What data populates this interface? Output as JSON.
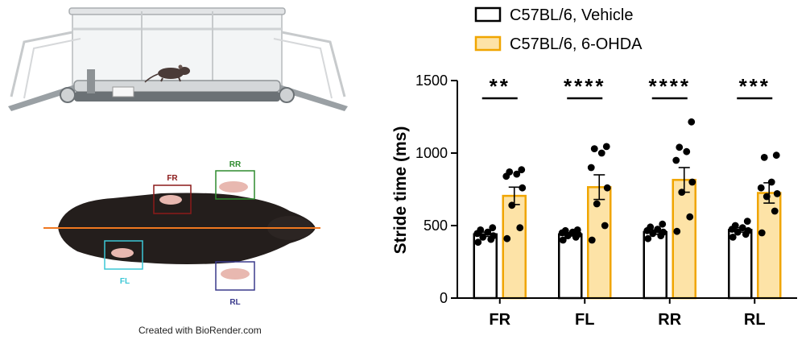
{
  "credit": "Created with BioRender.com",
  "paw_labels": {
    "fr": "FR",
    "rr": "RR",
    "fl": "FL",
    "rl": "RL"
  },
  "colors": {
    "vehicle_fill": "#ffffff",
    "vehicle_edge": "#000000",
    "ohda_fill": "#fde3a7",
    "ohda_edge": "#f0a500",
    "fr_box": "#8b1a1a",
    "rr_box": "#2e8b2e",
    "fl_box": "#3cc7d6",
    "rl_box": "#3a3a8c",
    "body_line": "#f07820"
  },
  "chart_data": {
    "type": "bar",
    "title": "",
    "xlabel": "",
    "ylabel": "Stride time (ms)",
    "ylim": [
      0,
      1500
    ],
    "yticks": [
      0,
      500,
      1000,
      1500
    ],
    "grid": false,
    "legend_position": "top",
    "categories": [
      "FR",
      "FL",
      "RR",
      "RL"
    ],
    "significance": [
      "**",
      "****",
      "****",
      "***"
    ],
    "series": [
      {
        "name": "C57BL/6, Vehicle",
        "fill": "#ffffff",
        "edge": "#000000",
        "values": [
          440,
          440,
          455,
          470
        ],
        "sem": [
          15,
          12,
          15,
          15
        ],
        "points": [
          [
            385,
            405,
            420,
            430,
            445,
            455,
            470,
            485
          ],
          [
            400,
            420,
            430,
            440,
            450,
            455,
            465,
            470
          ],
          [
            410,
            430,
            445,
            455,
            465,
            475,
            490,
            510
          ],
          [
            420,
            440,
            455,
            465,
            475,
            485,
            500,
            530
          ]
        ]
      },
      {
        "name": "C57BL/6, 6-OHDA",
        "fill": "#fde3a7",
        "edge": "#f0a500",
        "values": [
          705,
          765,
          815,
          725
        ],
        "sem": [
          60,
          85,
          85,
          70
        ],
        "points": [
          [
            410,
            485,
            640,
            760,
            840,
            855,
            870,
            885
          ],
          [
            400,
            500,
            650,
            760,
            900,
            1000,
            1030,
            1045
          ],
          [
            460,
            560,
            730,
            800,
            950,
            1010,
            1040,
            1215
          ],
          [
            450,
            600,
            700,
            720,
            760,
            800,
            970,
            985
          ]
        ]
      }
    ]
  }
}
